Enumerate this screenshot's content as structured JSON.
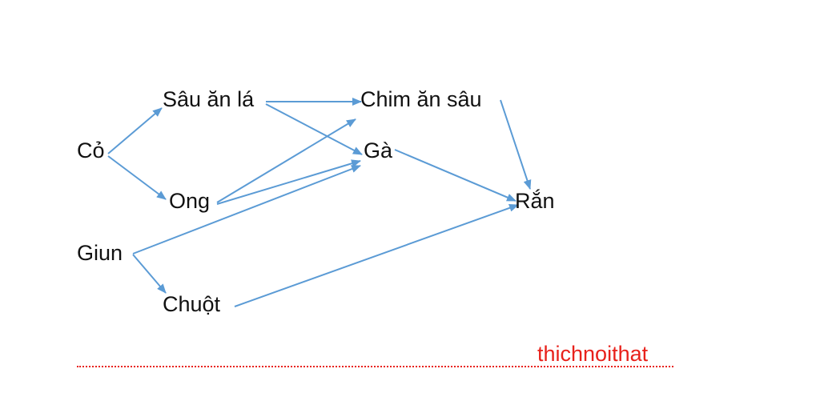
{
  "diagram": {
    "nodes": {
      "co": "Cỏ",
      "sau_an_la": "Sâu ăn lá",
      "ong": "Ong",
      "chim_an_sau": "Chim ăn sâu",
      "ga": "Gà",
      "ran": "Rắn",
      "giun": "Giun",
      "chuot": "Chuột"
    },
    "edges": [
      {
        "from": "Cỏ",
        "to": "Sâu ăn lá"
      },
      {
        "from": "Cỏ",
        "to": "Ong"
      },
      {
        "from": "Sâu ăn lá",
        "to": "Chim ăn sâu"
      },
      {
        "from": "Sâu ăn lá",
        "to": "Gà"
      },
      {
        "from": "Ong",
        "to": "Chim ăn sâu"
      },
      {
        "from": "Ong",
        "to": "Gà"
      },
      {
        "from": "Giun",
        "to": "Gà"
      },
      {
        "from": "Giun",
        "to": "Chuột"
      },
      {
        "from": "Chim ăn sâu",
        "to": "Rắn"
      },
      {
        "from": "Gà",
        "to": "Rắn"
      },
      {
        "from": "Chuột",
        "to": "Rắn"
      }
    ],
    "arrow_color": "#5b9bd5"
  },
  "watermark": {
    "text": "thichnoithat",
    "color": "#e8211b"
  }
}
